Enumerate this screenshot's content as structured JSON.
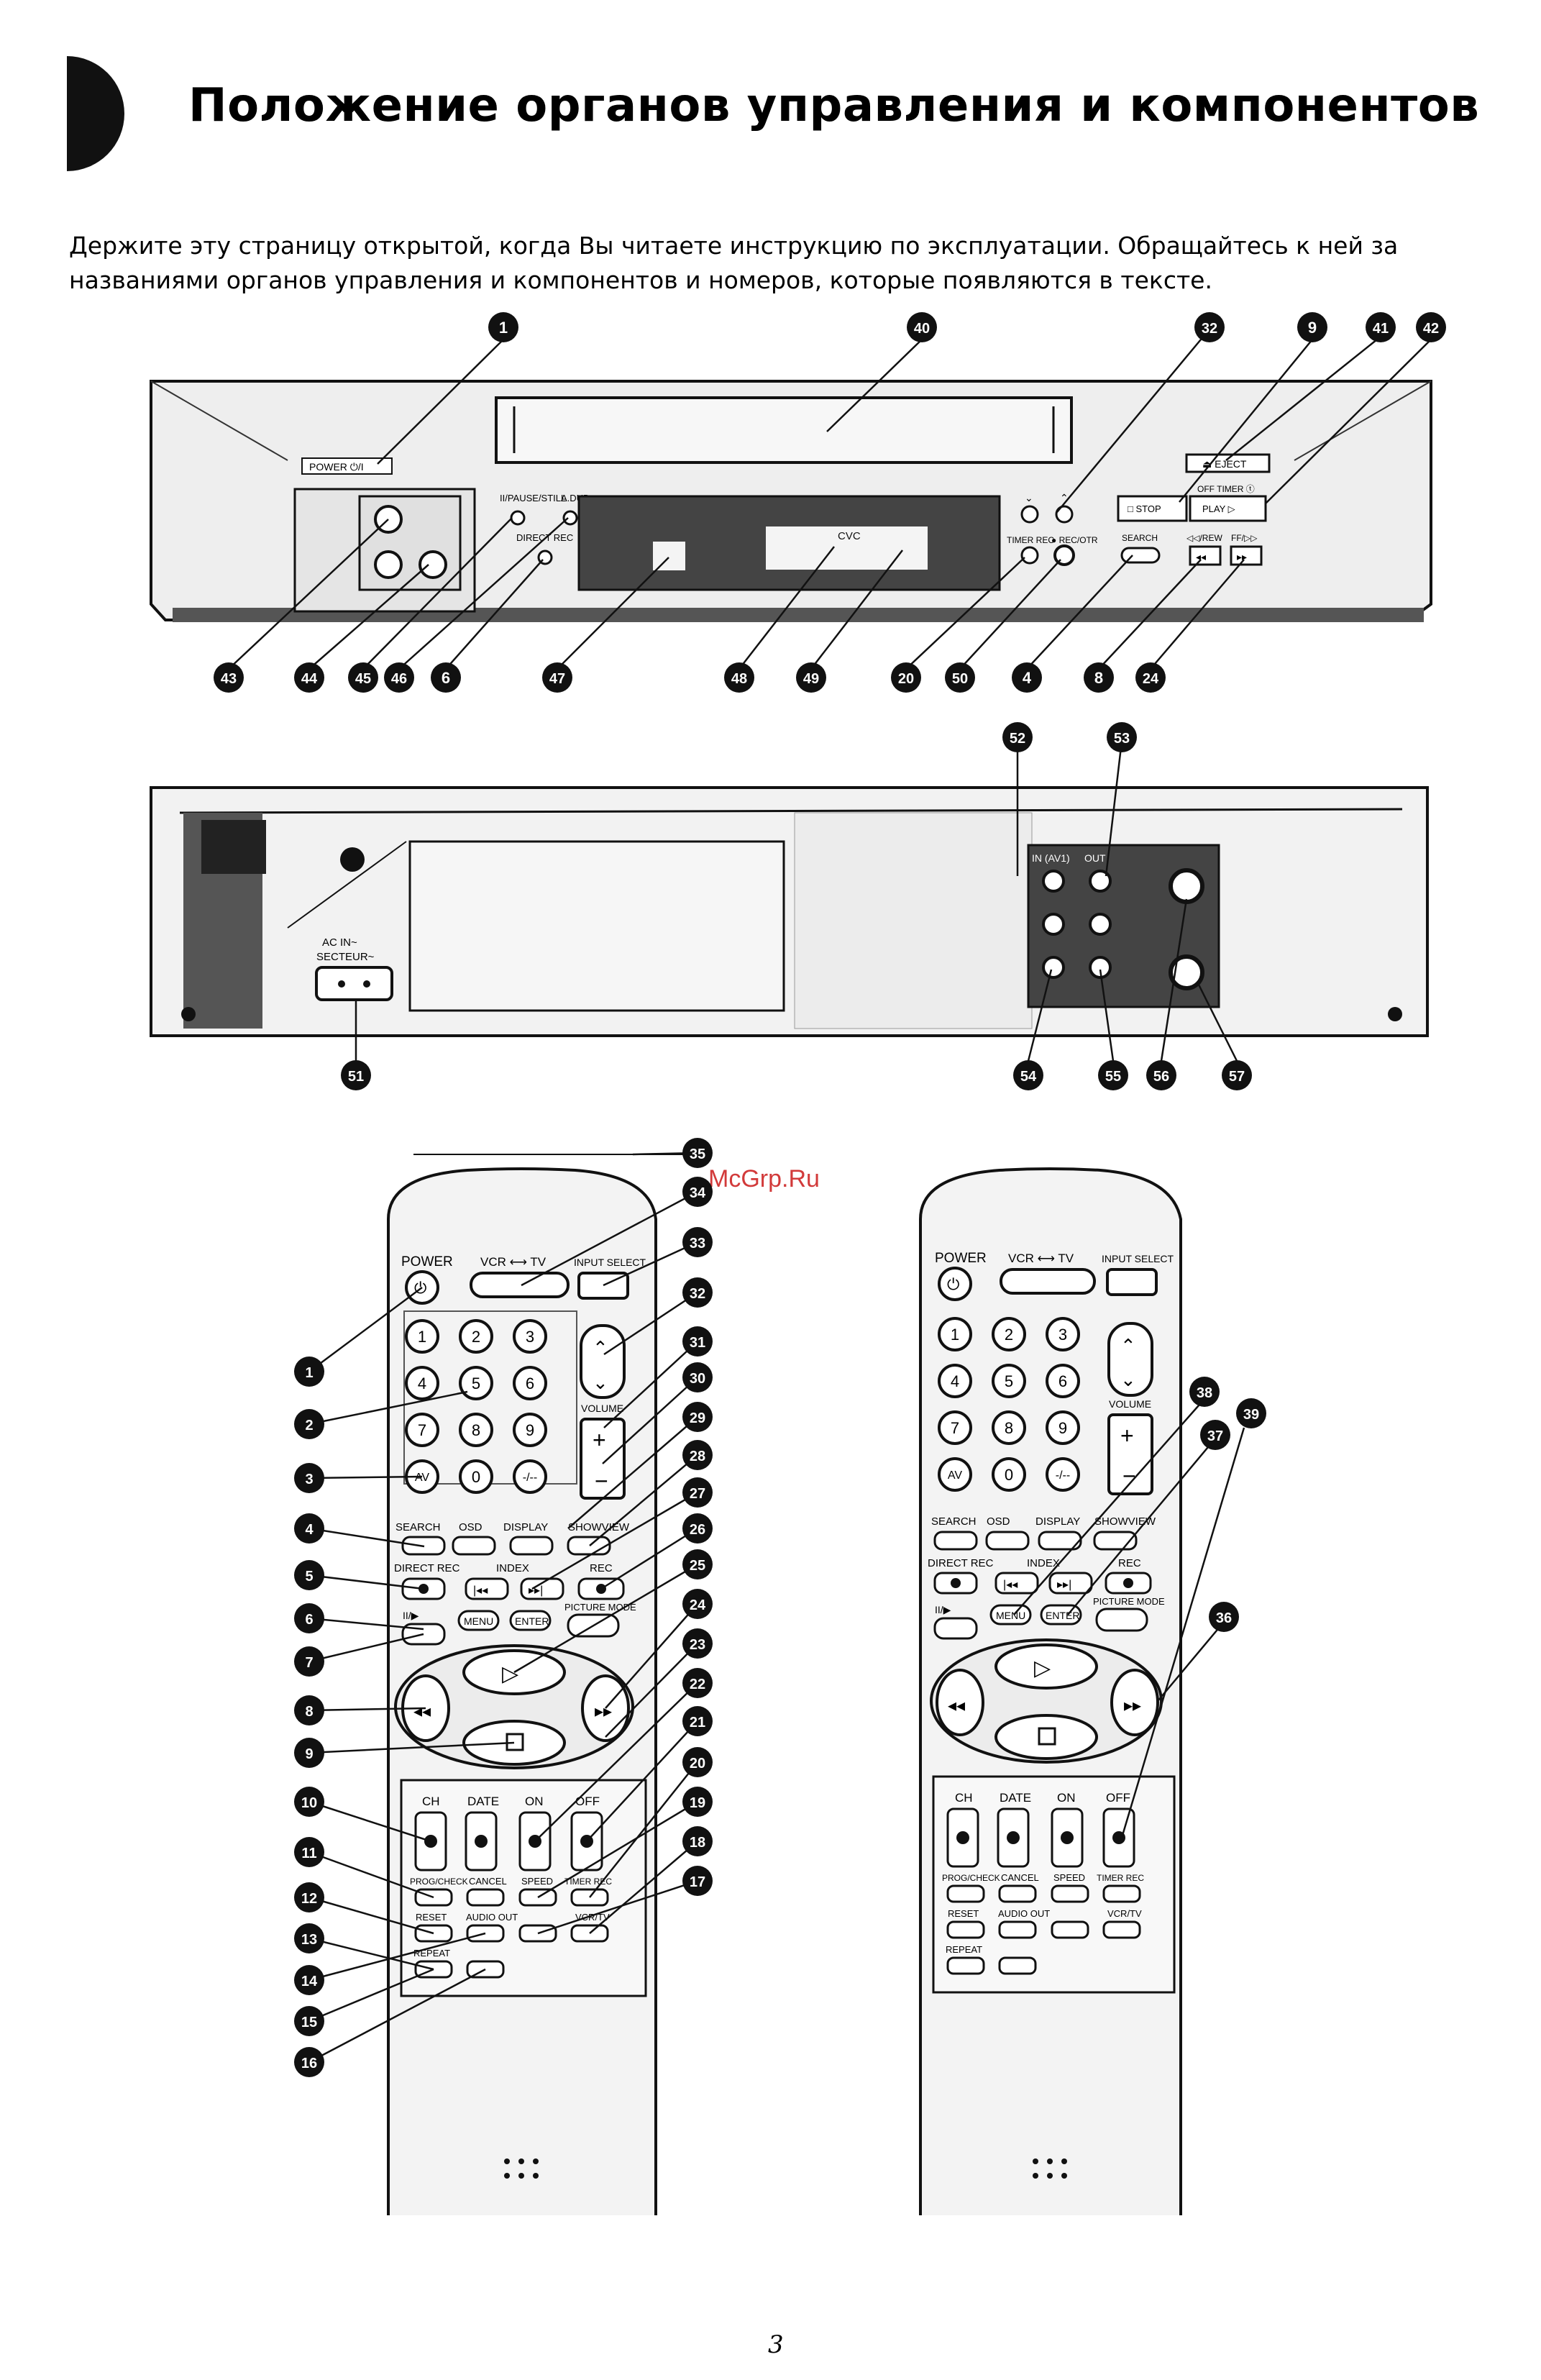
{
  "header": {
    "title": "Положение органов управления и компонентов"
  },
  "intro": {
    "text": "Держите эту страницу открытой, когда Вы читаете инструкцию по эксплуатации. Обращайтесь к ней за названиями органов управления и компонентов и номеров, которые появляются в тексте."
  },
  "watermark": {
    "site": "McGrp.Ru"
  },
  "front_panel": {
    "labels": {
      "power": "POWER ⏻/I",
      "pause": "II/PAUSE/STILL",
      "adub": "A.DUB",
      "direct_rec": "DIRECT REC",
      "eject": "⏏ EJECT",
      "stop": "□ STOP",
      "off_timer": "OFF TIMER ⓣ",
      "play": "PLAY ▷",
      "search": "SEARCH",
      "timer_rec": "TIMER REC",
      "rec_otr": "● REC/OTR",
      "rew": "◁◁/REW",
      "ff": "FF/▷▷",
      "cvc": "CVC"
    },
    "callouts_top": [
      "1",
      "40",
      "32",
      "9",
      "41",
      "42"
    ],
    "callouts_bottom": [
      "43",
      "44",
      "45",
      "46",
      "6",
      "47",
      "48",
      "49",
      "20",
      "50",
      "4",
      "8",
      "24"
    ]
  },
  "rear_panel": {
    "labels": {
      "ac_in": "AC IN~",
      "secteur": "SECTEUR~",
      "in_av1": "IN (AV1)",
      "out": "OUT"
    },
    "callouts_top": [
      "52",
      "53"
    ],
    "callouts_bottom": [
      "51",
      "54",
      "55",
      "56",
      "57"
    ]
  },
  "remote": {
    "labels": {
      "power": "POWER",
      "vcr_tv": "VCR ⟷ TV",
      "input_select": "INPUT SELECT",
      "volume": "VOLUME",
      "av": "AV",
      "dashdash": "-/--",
      "search": "SEARCH",
      "osd": "OSD",
      "display": "DISPLAY",
      "showview": "SHOWVIEW",
      "direct_rec": "DIRECT REC",
      "index": "INDEX",
      "rec": "REC",
      "slow": "II/▶",
      "menu": "MENU",
      "enter": "ENTER",
      "picture_mode": "PICTURE MODE",
      "ch": "CH",
      "date": "DATE",
      "on": "ON",
      "off": "OFF",
      "prog_check": "PROG/CHECK",
      "cancel": "CANCEL",
      "speed": "SPEED",
      "timer_rec": "TIMER REC",
      "reset": "RESET",
      "audio_out": "AUDIO OUT",
      "vcr_tv2": "VCR/TV",
      "repeat": "REPEAT"
    },
    "digits": [
      "1",
      "2",
      "3",
      "4",
      "5",
      "6",
      "7",
      "8",
      "9",
      "0"
    ],
    "callouts_left": [
      "1",
      "2",
      "3",
      "4",
      "5",
      "6",
      "7",
      "8",
      "9",
      "10",
      "11",
      "12",
      "13",
      "14",
      "15",
      "16"
    ],
    "callouts_right": [
      "35",
      "34",
      "33",
      "32",
      "31",
      "30",
      "29",
      "28",
      "27",
      "26",
      "25",
      "24",
      "23",
      "22",
      "21",
      "20",
      "19",
      "18",
      "17"
    ],
    "callouts_second": [
      "38",
      "37",
      "39",
      "36"
    ]
  },
  "page_number": "3"
}
